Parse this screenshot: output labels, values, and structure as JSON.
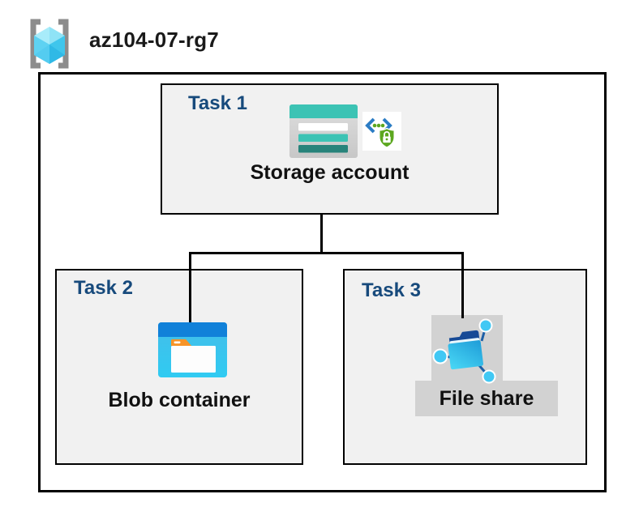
{
  "header": {
    "title": "az104-07-rg7",
    "icon": "resource-group-icon"
  },
  "tasks": {
    "task1": {
      "label": "Task 1",
      "item": "Storage account",
      "icons": [
        "storage-account-icon",
        "secure-endpoint-icon"
      ]
    },
    "task2": {
      "label": "Task 2",
      "item": "Blob container",
      "icons": [
        "blob-container-icon"
      ]
    },
    "task3": {
      "label": "Task 3",
      "item": "File share",
      "icons": [
        "file-share-icon"
      ]
    }
  },
  "connections": [
    {
      "from": "storage-account",
      "to": "blob-container"
    },
    {
      "from": "storage-account",
      "to": "file-share"
    }
  ],
  "colors": {
    "task_label_navy": "#174A7C",
    "box_fill_gray": "#F1F1F1",
    "border_black": "#000000",
    "storage_teal": "#3CC3B4",
    "storage_teal_dark": "#27837A",
    "blob_header_blue": "#1181D9",
    "blob_body_cyan": "#38C8EF",
    "folder_tab_orange": "#F79428",
    "fileshare_bg_gray": "#D2D2D2",
    "endpoint_green": "#5CA71F",
    "endpoint_blue": "#2B7CC4",
    "bracket_gray": "#8C8C8C",
    "cube_cyan_light": "#9DE8F8",
    "cube_cyan_mid": "#54CCF0",
    "cube_cyan_dark": "#35BDE9"
  }
}
